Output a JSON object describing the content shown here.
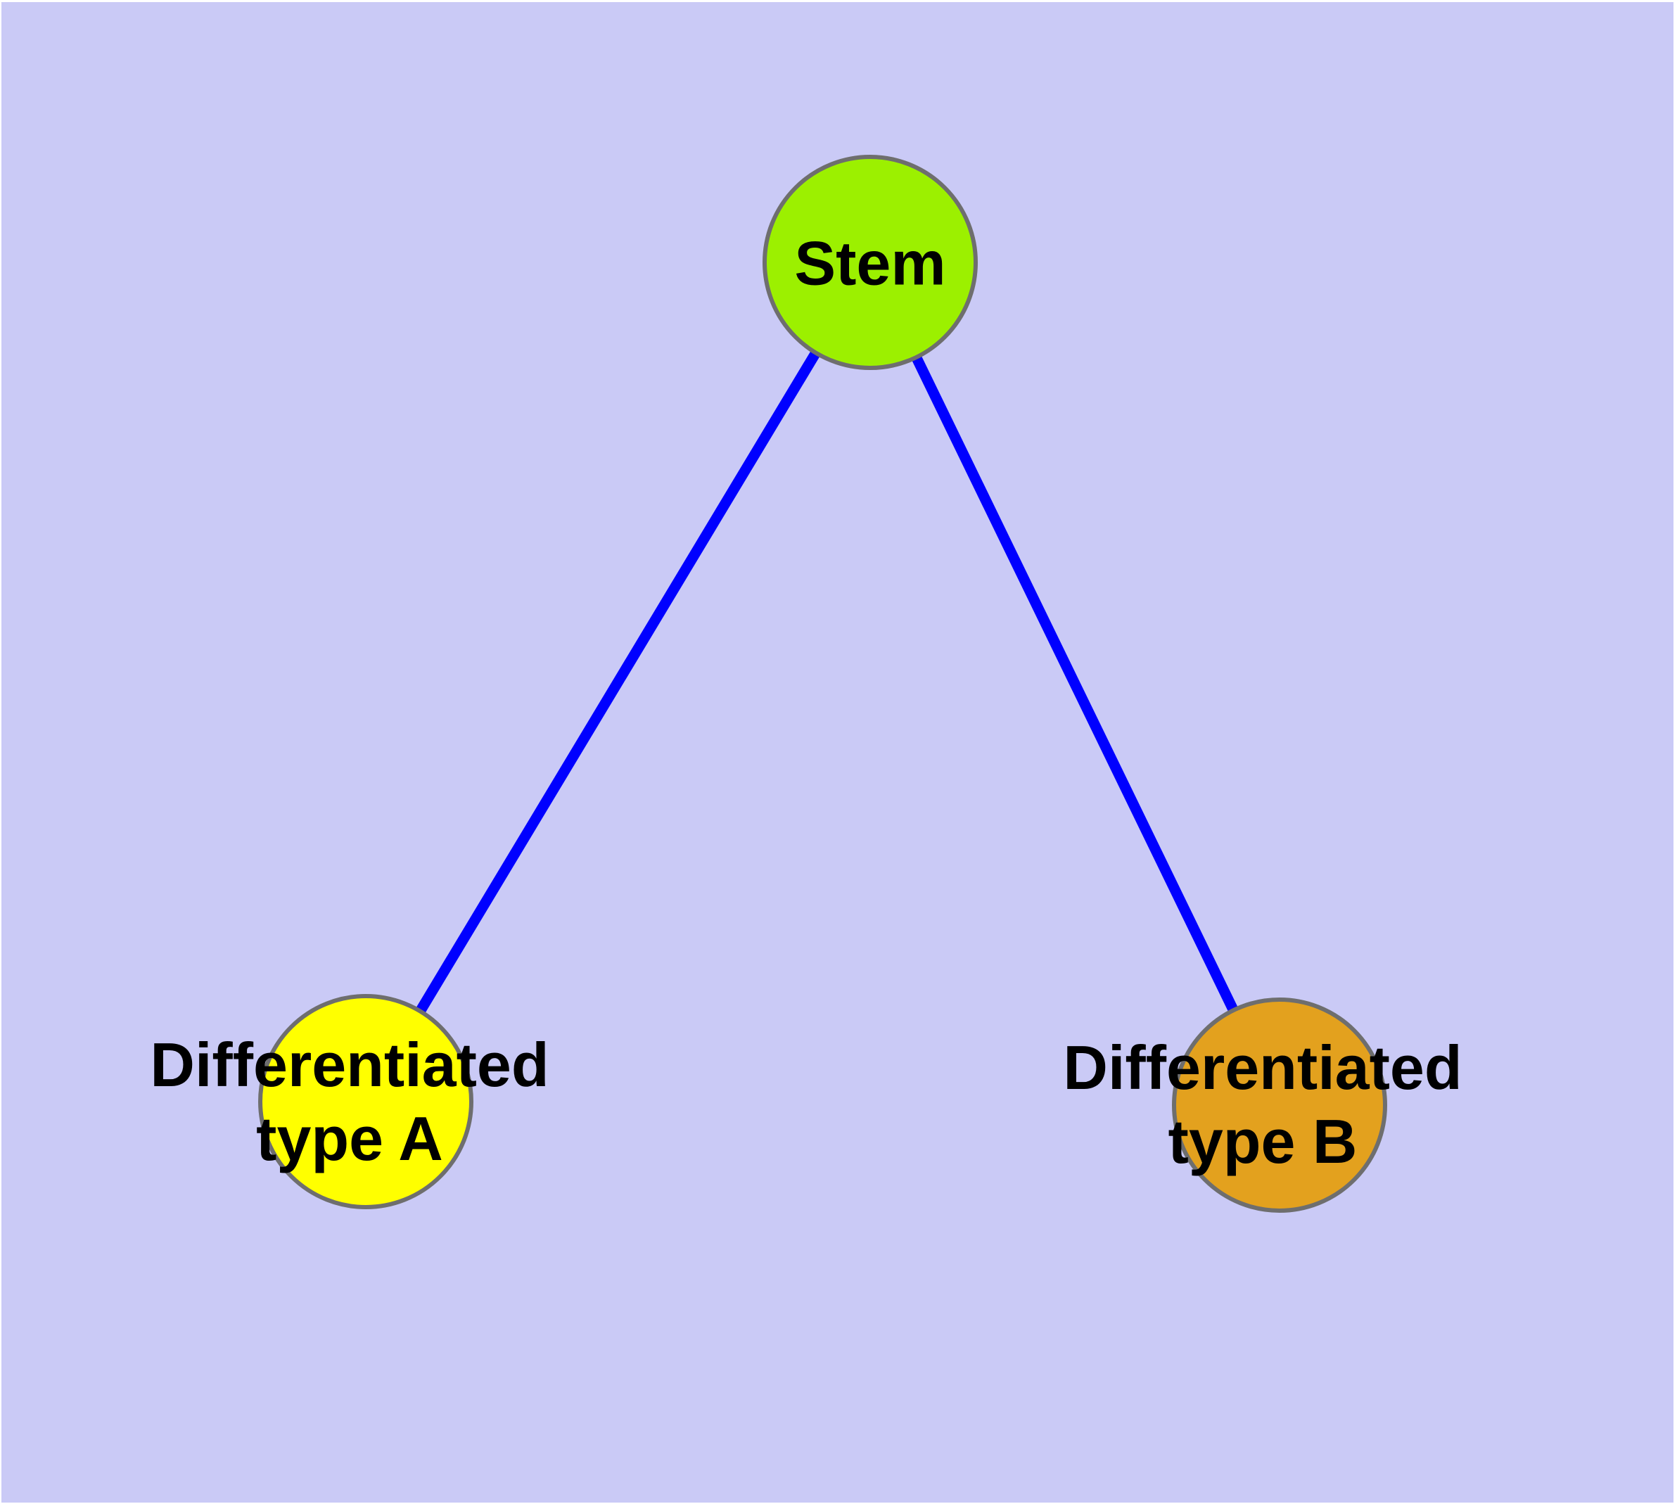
{
  "diagram": {
    "title": "",
    "background_color": "#cacaf6",
    "frame_color": "#ffffff",
    "edge_color": "#0000ff",
    "node_border_color": "#6e6e6e",
    "label_color": "#000000",
    "nodes": {
      "stem": {
        "label": "Stem",
        "color": "#9cf000",
        "shape": "circle"
      },
      "type_a": {
        "label": "Differentiated\ntype A",
        "color": "#ffff00",
        "shape": "circle"
      },
      "type_b": {
        "label": "Differentiated\ntype B",
        "color": "#e3a11e",
        "shape": "circle"
      }
    },
    "edges": [
      {
        "from": "stem",
        "to": "type_a"
      },
      {
        "from": "stem",
        "to": "type_b"
      }
    ]
  }
}
